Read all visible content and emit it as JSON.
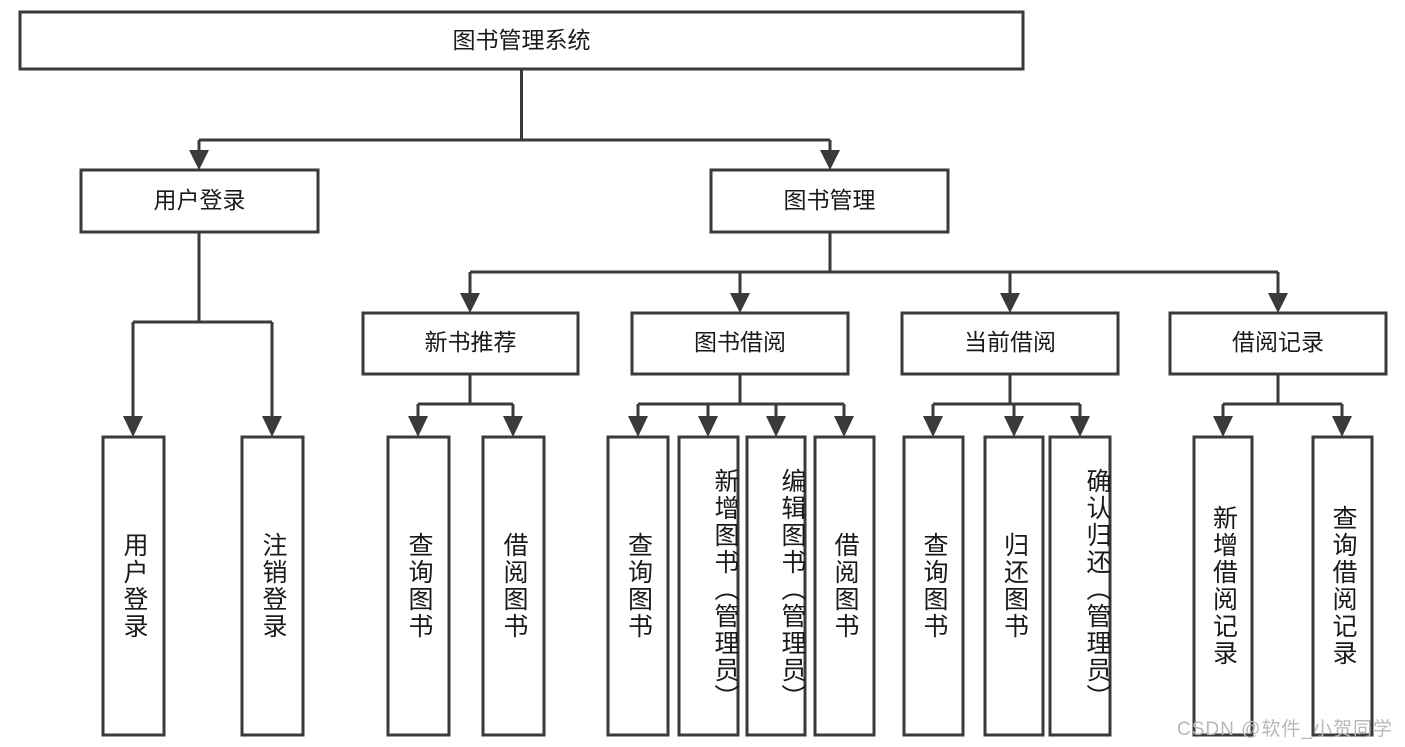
{
  "diagram": {
    "title": "图书管理系统",
    "type": "tree",
    "watermark": "CSDN @软件_小贺同学",
    "colors": {
      "box_stroke": "#3a3a3a",
      "box_fill": "#ffffff",
      "connector": "#3a3a3a",
      "text": "#1a1a1a",
      "watermark": "#b8b8b8",
      "background": "#ffffff"
    },
    "root": {
      "label": "图书管理系统",
      "orientation": "horizontal"
    },
    "level1": [
      {
        "label": "用户登录",
        "orientation": "horizontal"
      },
      {
        "label": "图书管理",
        "orientation": "horizontal"
      }
    ],
    "level2": [
      {
        "label": "新书推荐",
        "orientation": "horizontal"
      },
      {
        "label": "图书借阅",
        "orientation": "horizontal"
      },
      {
        "label": "当前借阅",
        "orientation": "horizontal"
      },
      {
        "label": "借阅记录",
        "orientation": "horizontal"
      }
    ],
    "leaves": {
      "user_login": [
        {
          "label": "用户登录",
          "orientation": "vertical"
        },
        {
          "label": "注销登录",
          "orientation": "vertical"
        }
      ],
      "new_book_recommend": [
        {
          "label": "查询图书",
          "orientation": "vertical"
        },
        {
          "label": "借阅图书",
          "orientation": "vertical"
        }
      ],
      "book_borrow": [
        {
          "label": "查询图书",
          "orientation": "vertical"
        },
        {
          "label": "新增图书（管理员）",
          "orientation": "vertical"
        },
        {
          "label": "编辑图书（管理员）",
          "orientation": "vertical"
        },
        {
          "label": "借阅图书",
          "orientation": "vertical"
        }
      ],
      "current_borrow": [
        {
          "label": "查询图书",
          "orientation": "vertical"
        },
        {
          "label": "归还图书",
          "orientation": "vertical"
        },
        {
          "label": "确认归还（管理员）",
          "orientation": "vertical"
        }
      ],
      "borrow_record": [
        {
          "label": "新增借阅记录",
          "orientation": "vertical"
        },
        {
          "label": "查询借阅记录",
          "orientation": "vertical"
        }
      ]
    }
  }
}
